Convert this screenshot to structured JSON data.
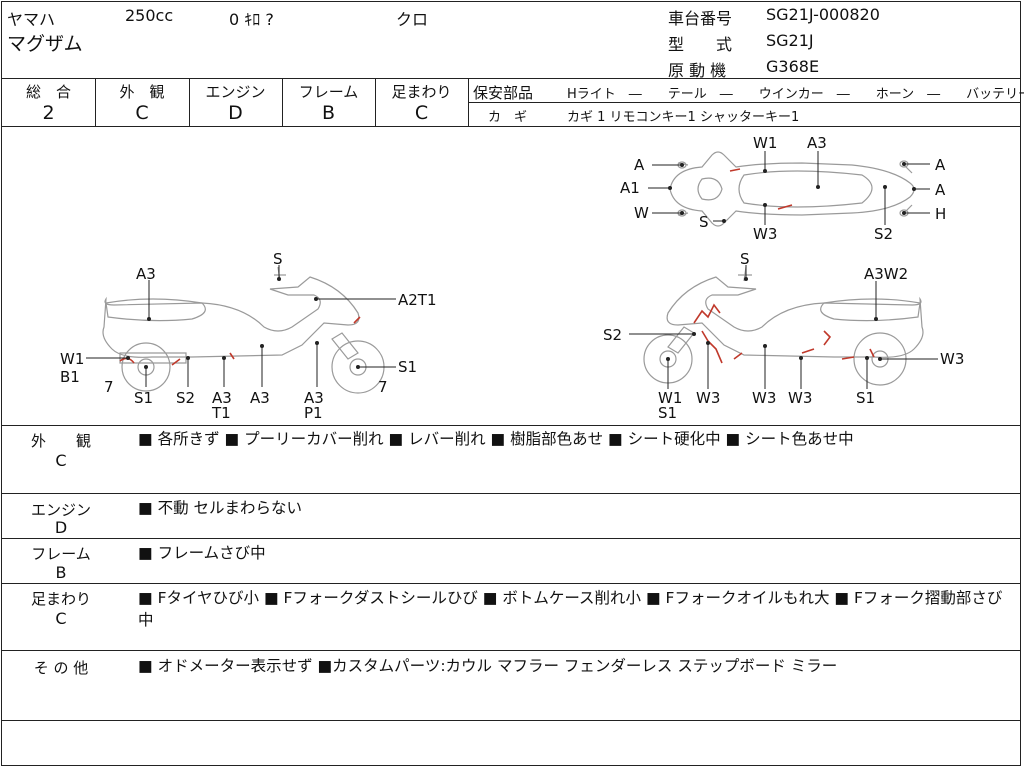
{
  "header": {
    "maker": "ヤマハ",
    "displacement": "250cc",
    "mileage": "0 ｷﾛ ?",
    "color": "クロ",
    "model": "マグザム",
    "frame_no_label": "車台番号",
    "frame_no": "SG21J-000820",
    "type_label": "型　　式",
    "type": "SG21J",
    "engine_label": "原 動 機",
    "engine_no": "G368E"
  },
  "grades": {
    "overall_label": "総　合",
    "overall": "2",
    "exterior_label": "外　観",
    "exterior": "C",
    "engine_label": "エンジン",
    "engine": "D",
    "frame_label": "フレーム",
    "frame": "B",
    "suspension_label": "足まわり",
    "suspension": "C"
  },
  "safety": {
    "label": "保安部品",
    "items": "Hライト　―　　テール　―　　ウインカー　―　　ホーン　―　　バッテリー ×",
    "keys_label": "カ　ギ",
    "keys": "カギ 1  リモコンキー1  シャッターキー1"
  },
  "diagram_labels": {
    "top_A_left1": "A",
    "top_A1": "A1",
    "top_W_left": "W",
    "top_S": "S",
    "top_W1": "W1",
    "top_A3": "A3",
    "top_W3": "W3",
    "top_S2": "S2",
    "top_A_right1": "A",
    "top_A_right2": "A",
    "top_H": "H",
    "l_A3_top": "A3",
    "l_S_top": "S",
    "l_A2T1": "A2T1",
    "l_W1": "W1",
    "l_B1": "B1",
    "l_7a": "7",
    "l_S1a": "S1",
    "l_S2": "S2",
    "l_A3a": "A3",
    "l_T1": "T1",
    "l_A3b": "A3",
    "l_A3c": "A3",
    "l_P1": "P1",
    "l_S1b": "S1",
    "l_7b": "7",
    "r_S_top": "S",
    "r_A3W2": "A3W2",
    "r_S2": "S2",
    "r_W3_right": "W3",
    "r_W1": "W1",
    "r_S1a": "S1",
    "r_W3a": "W3",
    "r_W3b": "W3",
    "r_W3c": "W3",
    "r_S1b": "S1"
  },
  "remarks": [
    {
      "label": "外　　観",
      "grade": "C",
      "text": "■ 各所きず ■ プーリーカバー削れ ■ レバー削れ ■ 樹脂部色あせ ■ シート硬化中 ■ シート色あせ中"
    },
    {
      "label": "エンジン",
      "grade": "D",
      "text": "■ 不動 セルまわらない"
    },
    {
      "label": "フレーム",
      "grade": "B",
      "text": "■ フレームさび中"
    },
    {
      "label": "足まわり",
      "grade": "C",
      "text": "■ Fタイヤひび小 ■ Fフォークダストシールひび ■ ボトムケース削れ小 ■ Fフォークオイルもれ大 ■ Fフォーク摺動部さび中"
    },
    {
      "label": "そ の 他",
      "grade": "",
      "text": "■ オドメーター表示せず ■カスタムパーツ:カウル マフラー フェンダーレス ステップボード ミラー"
    }
  ]
}
